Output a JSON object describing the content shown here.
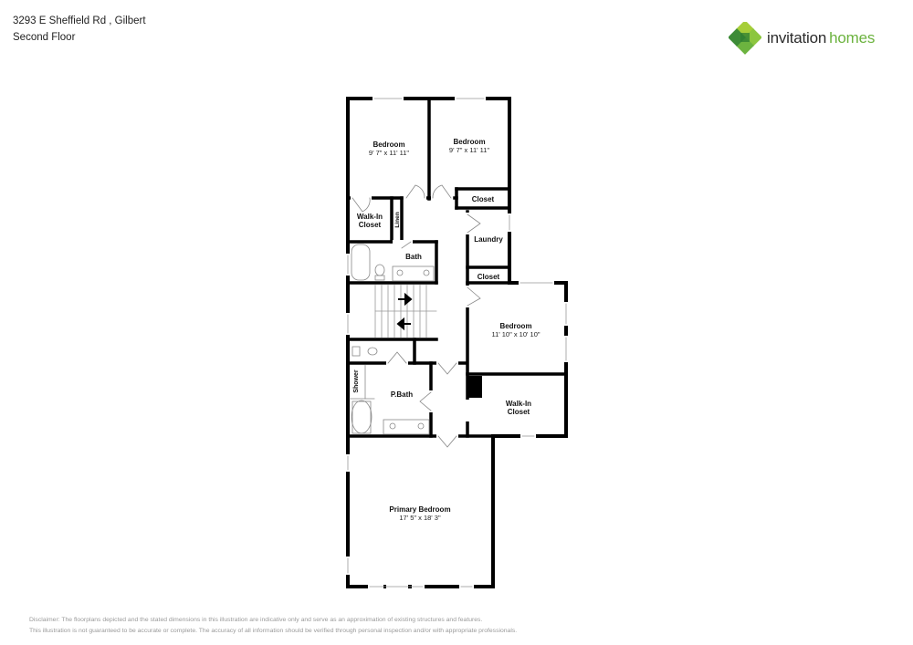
{
  "header": {
    "address": "3293 E Sheffield Rd , Gilbert",
    "floor": "Second Floor"
  },
  "logo": {
    "word1": "invitation",
    "word2": "homes",
    "colors": {
      "dark_green": "#3d8b37",
      "mid_green": "#6cb33f",
      "light_green": "#a6ce39",
      "text_dark": "#2b2b2b"
    }
  },
  "rooms": {
    "bedroom_nw": {
      "label": "Bedroom",
      "dims": "9' 7\" x 11' 11\""
    },
    "bedroom_ne": {
      "label": "Bedroom",
      "dims": "9' 7\" x 11' 11\""
    },
    "closet_top": {
      "label": "Closet"
    },
    "walkin_closet_w": {
      "label1": "Walk-In",
      "label2": "Closet"
    },
    "linen": {
      "label": "Linen"
    },
    "laundry": {
      "label": "Laundry"
    },
    "bath": {
      "label": "Bath"
    },
    "closet_mid": {
      "label": "Closet"
    },
    "bedroom_e": {
      "label": "Bedroom",
      "dims": "11' 10\" x 10' 10\""
    },
    "shower": {
      "label": "Shower"
    },
    "pbath": {
      "label": "P.Bath"
    },
    "walkin_closet_e": {
      "label1": "Walk-In",
      "label2": "Closet"
    },
    "primary_bedroom": {
      "label": "Primary Bedroom",
      "dims": "17' 5\" x 18' 3\""
    }
  },
  "stairs": {
    "up_arrow": "arrow-right",
    "down_arrow": "arrow-left"
  },
  "disclaimer": {
    "line1": "Disclaimer: The floorplans depicted and the stated dimensions in this illustration are indicative only and serve as an approximation of existing structures and features.",
    "line2": "This illustration is not guaranteed to be accurate or complete. The accuracy of all information should be verified through personal inspection and/or with appropriate professionals."
  }
}
